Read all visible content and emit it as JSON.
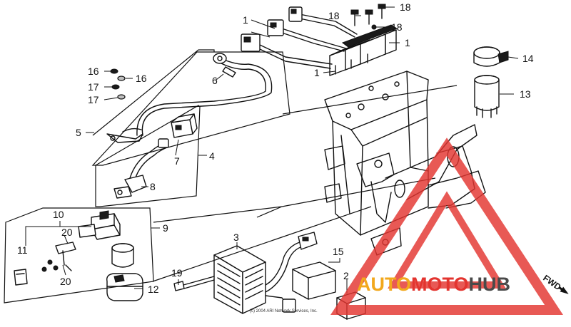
{
  "callouts": [
    {
      "id": "c1a",
      "text": "1"
    },
    {
      "id": "c1b",
      "text": "1"
    },
    {
      "id": "c1c",
      "text": "1"
    },
    {
      "id": "c2",
      "text": "2"
    },
    {
      "id": "c3",
      "text": "3"
    },
    {
      "id": "c4",
      "text": "4"
    },
    {
      "id": "c5",
      "text": "5"
    },
    {
      "id": "c6",
      "text": "6"
    },
    {
      "id": "c7",
      "text": "7"
    },
    {
      "id": "c8",
      "text": "8"
    },
    {
      "id": "c9",
      "text": "9"
    },
    {
      "id": "c10",
      "text": "10"
    },
    {
      "id": "c11",
      "text": "11"
    },
    {
      "id": "c12",
      "text": "12"
    },
    {
      "id": "c13",
      "text": "13"
    },
    {
      "id": "c14",
      "text": "14"
    },
    {
      "id": "c15",
      "text": "15"
    },
    {
      "id": "c16a",
      "text": "16"
    },
    {
      "id": "c16b",
      "text": "16"
    },
    {
      "id": "c17a",
      "text": "17"
    },
    {
      "id": "c17b",
      "text": "17"
    },
    {
      "id": "c18a",
      "text": "18"
    },
    {
      "id": "c18b",
      "text": "18"
    },
    {
      "id": "c18c",
      "text": "18"
    },
    {
      "id": "c19",
      "text": "19"
    },
    {
      "id": "c20a",
      "text": "20"
    },
    {
      "id": "c20b",
      "text": "20"
    }
  ],
  "direction_label": "FWD",
  "watermark": {
    "part1": "AUTO",
    "part2": "MOTO",
    "part3": "HUB",
    "color_primary": "#e3342f",
    "color_secondary": "#f2a81d",
    "color_tertiary": "#4a4a4a"
  },
  "copyright_text": "(c) 2004 ARI Network Services, Inc."
}
